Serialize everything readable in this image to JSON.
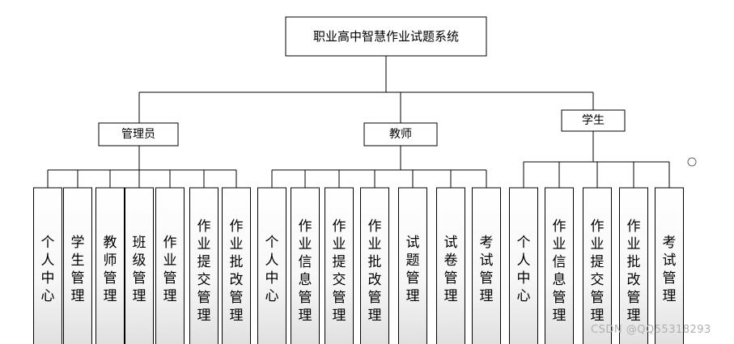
{
  "root": {
    "title": "职业高中智慧作业试题系统"
  },
  "roles": [
    {
      "name": "管理员",
      "modules": [
        "个人中心",
        "学生管理",
        "教师管理",
        "班级管理",
        "作业管理",
        "作业提交管理",
        "作业批改管理"
      ]
    },
    {
      "name": "教师",
      "modules": [
        "个人中心",
        "作业信息管理",
        "作业提交管理",
        "作业批改管理",
        "试题管理",
        "试卷管理",
        "考试管理"
      ]
    },
    {
      "name": "学生",
      "modules": [
        "个人中心",
        "作业信息管理",
        "作业提交管理",
        "作业批改管理",
        "考试管理"
      ]
    }
  ],
  "watermark": "CSDN @QQ55318293"
}
